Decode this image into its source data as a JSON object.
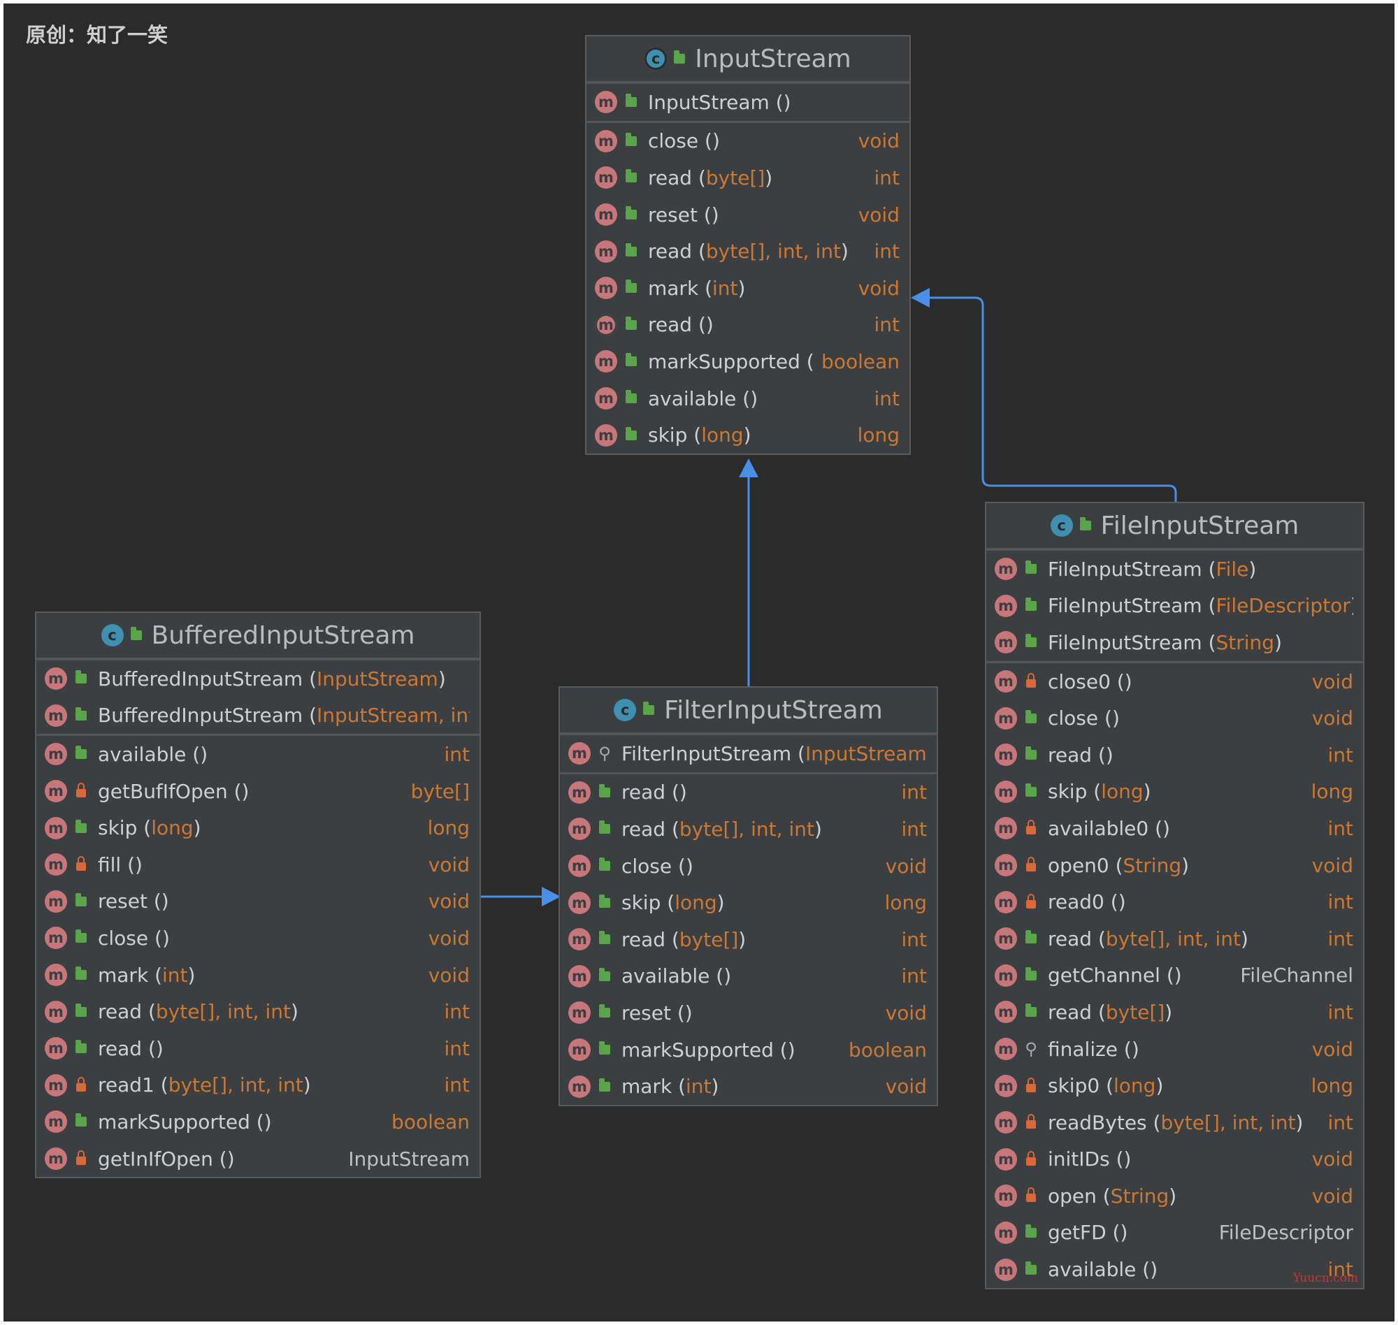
{
  "watermark": "原创：知了一笑",
  "credit": "Yuucn.com",
  "colors": {
    "background": "#2b2b2b",
    "panel": "#3c3f41",
    "method_icon": "#c7777a",
    "class_icon": "#3e8fb0",
    "type": "#cc7832",
    "text": "#d0d0d0",
    "arrow": "#4a8fe7"
  },
  "classes": [
    {
      "id": "inputstream",
      "name": "InputStream",
      "class_icon": "abstract-class-icon",
      "sections": [
        [
          {
            "name": "InputStream",
            "params": [],
            "ret": "",
            "vis": "public"
          }
        ],
        [
          {
            "name": "close",
            "params": [],
            "ret": "void",
            "vis": "public"
          },
          {
            "name": "read",
            "params": [
              "byte[]"
            ],
            "ret": "int",
            "vis": "public"
          },
          {
            "name": "reset",
            "params": [],
            "ret": "void",
            "vis": "public"
          },
          {
            "name": "read",
            "params": [
              "byte[]",
              "int",
              "int"
            ],
            "ret": "int",
            "vis": "public"
          },
          {
            "name": "mark",
            "params": [
              "int"
            ],
            "ret": "void",
            "vis": "public"
          },
          {
            "name": "read",
            "params": [],
            "ret": "int",
            "vis": "public",
            "abstract": true
          },
          {
            "name": "markSupported",
            "params": [],
            "ret": "boolean",
            "vis": "public"
          },
          {
            "name": "available",
            "params": [],
            "ret": "int",
            "vis": "public"
          },
          {
            "name": "skip",
            "params": [
              "long"
            ],
            "ret": "long",
            "vis": "public"
          }
        ]
      ]
    },
    {
      "id": "fileinputstream",
      "name": "FileInputStream",
      "class_icon": "class-icon",
      "sections": [
        [
          {
            "name": "FileInputStream",
            "params": [
              "File"
            ],
            "ret": "",
            "vis": "public"
          },
          {
            "name": "FileInputStream",
            "params": [
              "FileDescriptor"
            ],
            "ret": "",
            "vis": "public"
          },
          {
            "name": "FileInputStream",
            "params": [
              "String"
            ],
            "ret": "",
            "vis": "public"
          }
        ],
        [
          {
            "name": "close0",
            "params": [],
            "ret": "void",
            "vis": "private"
          },
          {
            "name": "close",
            "params": [],
            "ret": "void",
            "vis": "public"
          },
          {
            "name": "read",
            "params": [],
            "ret": "int",
            "vis": "public"
          },
          {
            "name": "skip",
            "params": [
              "long"
            ],
            "ret": "long",
            "vis": "public"
          },
          {
            "name": "available0",
            "params": [],
            "ret": "int",
            "vis": "private"
          },
          {
            "name": "open0",
            "params": [
              "String"
            ],
            "ret": "void",
            "vis": "private"
          },
          {
            "name": "read0",
            "params": [],
            "ret": "int",
            "vis": "private"
          },
          {
            "name": "read",
            "params": [
              "byte[]",
              "int",
              "int"
            ],
            "ret": "int",
            "vis": "public"
          },
          {
            "name": "getChannel",
            "params": [],
            "ret": "FileChannel",
            "vis": "public"
          },
          {
            "name": "read",
            "params": [
              "byte[]"
            ],
            "ret": "int",
            "vis": "public"
          },
          {
            "name": "finalize",
            "params": [],
            "ret": "void",
            "vis": "protected"
          },
          {
            "name": "skip0",
            "params": [
              "long"
            ],
            "ret": "long",
            "vis": "private"
          },
          {
            "name": "readBytes",
            "params": [
              "byte[]",
              "int",
              "int"
            ],
            "ret": "int",
            "vis": "private"
          },
          {
            "name": "initIDs",
            "params": [],
            "ret": "void",
            "vis": "private"
          },
          {
            "name": "open",
            "params": [
              "String"
            ],
            "ret": "void",
            "vis": "private"
          },
          {
            "name": "getFD",
            "params": [],
            "ret": "FileDescriptor",
            "vis": "public"
          },
          {
            "name": "available",
            "params": [],
            "ret": "int",
            "vis": "public"
          }
        ]
      ]
    },
    {
      "id": "bufferedinputstream",
      "name": "BufferedInputStream",
      "class_icon": "class-icon",
      "sections": [
        [
          {
            "name": "BufferedInputStream",
            "params": [
              "InputStream"
            ],
            "ret": "",
            "vis": "public"
          },
          {
            "name": "BufferedInputStream",
            "params": [
              "InputStream",
              "int"
            ],
            "ret": "",
            "vis": "public"
          }
        ],
        [
          {
            "name": "available",
            "params": [],
            "ret": "int",
            "vis": "public"
          },
          {
            "name": "getBufIfOpen",
            "params": [],
            "ret": "byte[]",
            "vis": "private"
          },
          {
            "name": "skip",
            "params": [
              "long"
            ],
            "ret": "long",
            "vis": "public"
          },
          {
            "name": "fill",
            "params": [],
            "ret": "void",
            "vis": "private"
          },
          {
            "name": "reset",
            "params": [],
            "ret": "void",
            "vis": "public"
          },
          {
            "name": "close",
            "params": [],
            "ret": "void",
            "vis": "public"
          },
          {
            "name": "mark",
            "params": [
              "int"
            ],
            "ret": "void",
            "vis": "public"
          },
          {
            "name": "read",
            "params": [
              "byte[]",
              "int",
              "int"
            ],
            "ret": "int",
            "vis": "public"
          },
          {
            "name": "read",
            "params": [],
            "ret": "int",
            "vis": "public"
          },
          {
            "name": "read1",
            "params": [
              "byte[]",
              "int",
              "int"
            ],
            "ret": "int",
            "vis": "private"
          },
          {
            "name": "markSupported",
            "params": [],
            "ret": "boolean",
            "vis": "public"
          },
          {
            "name": "getInIfOpen",
            "params": [],
            "ret": "InputStream",
            "vis": "private"
          }
        ]
      ]
    },
    {
      "id": "filterinputstream",
      "name": "FilterInputStream",
      "class_icon": "class-icon",
      "sections": [
        [
          {
            "name": "FilterInputStream",
            "params": [
              "InputStream"
            ],
            "ret": "",
            "vis": "protected"
          }
        ],
        [
          {
            "name": "read",
            "params": [],
            "ret": "int",
            "vis": "public"
          },
          {
            "name": "read",
            "params": [
              "byte[]",
              "int",
              "int"
            ],
            "ret": "int",
            "vis": "public"
          },
          {
            "name": "close",
            "params": [],
            "ret": "void",
            "vis": "public"
          },
          {
            "name": "skip",
            "params": [
              "long"
            ],
            "ret": "long",
            "vis": "public"
          },
          {
            "name": "read",
            "params": [
              "byte[]"
            ],
            "ret": "int",
            "vis": "public"
          },
          {
            "name": "available",
            "params": [],
            "ret": "int",
            "vis": "public"
          },
          {
            "name": "reset",
            "params": [],
            "ret": "void",
            "vis": "public"
          },
          {
            "name": "markSupported",
            "params": [],
            "ret": "boolean",
            "vis": "public"
          },
          {
            "name": "mark",
            "params": [
              "int"
            ],
            "ret": "void",
            "vis": "public"
          }
        ]
      ]
    }
  ],
  "relations": [
    {
      "from": "FileInputStream",
      "to": "InputStream",
      "kind": "extends"
    },
    {
      "from": "FilterInputStream",
      "to": "InputStream",
      "kind": "extends"
    },
    {
      "from": "BufferedInputStream",
      "to": "FilterInputStream",
      "kind": "extends"
    }
  ]
}
